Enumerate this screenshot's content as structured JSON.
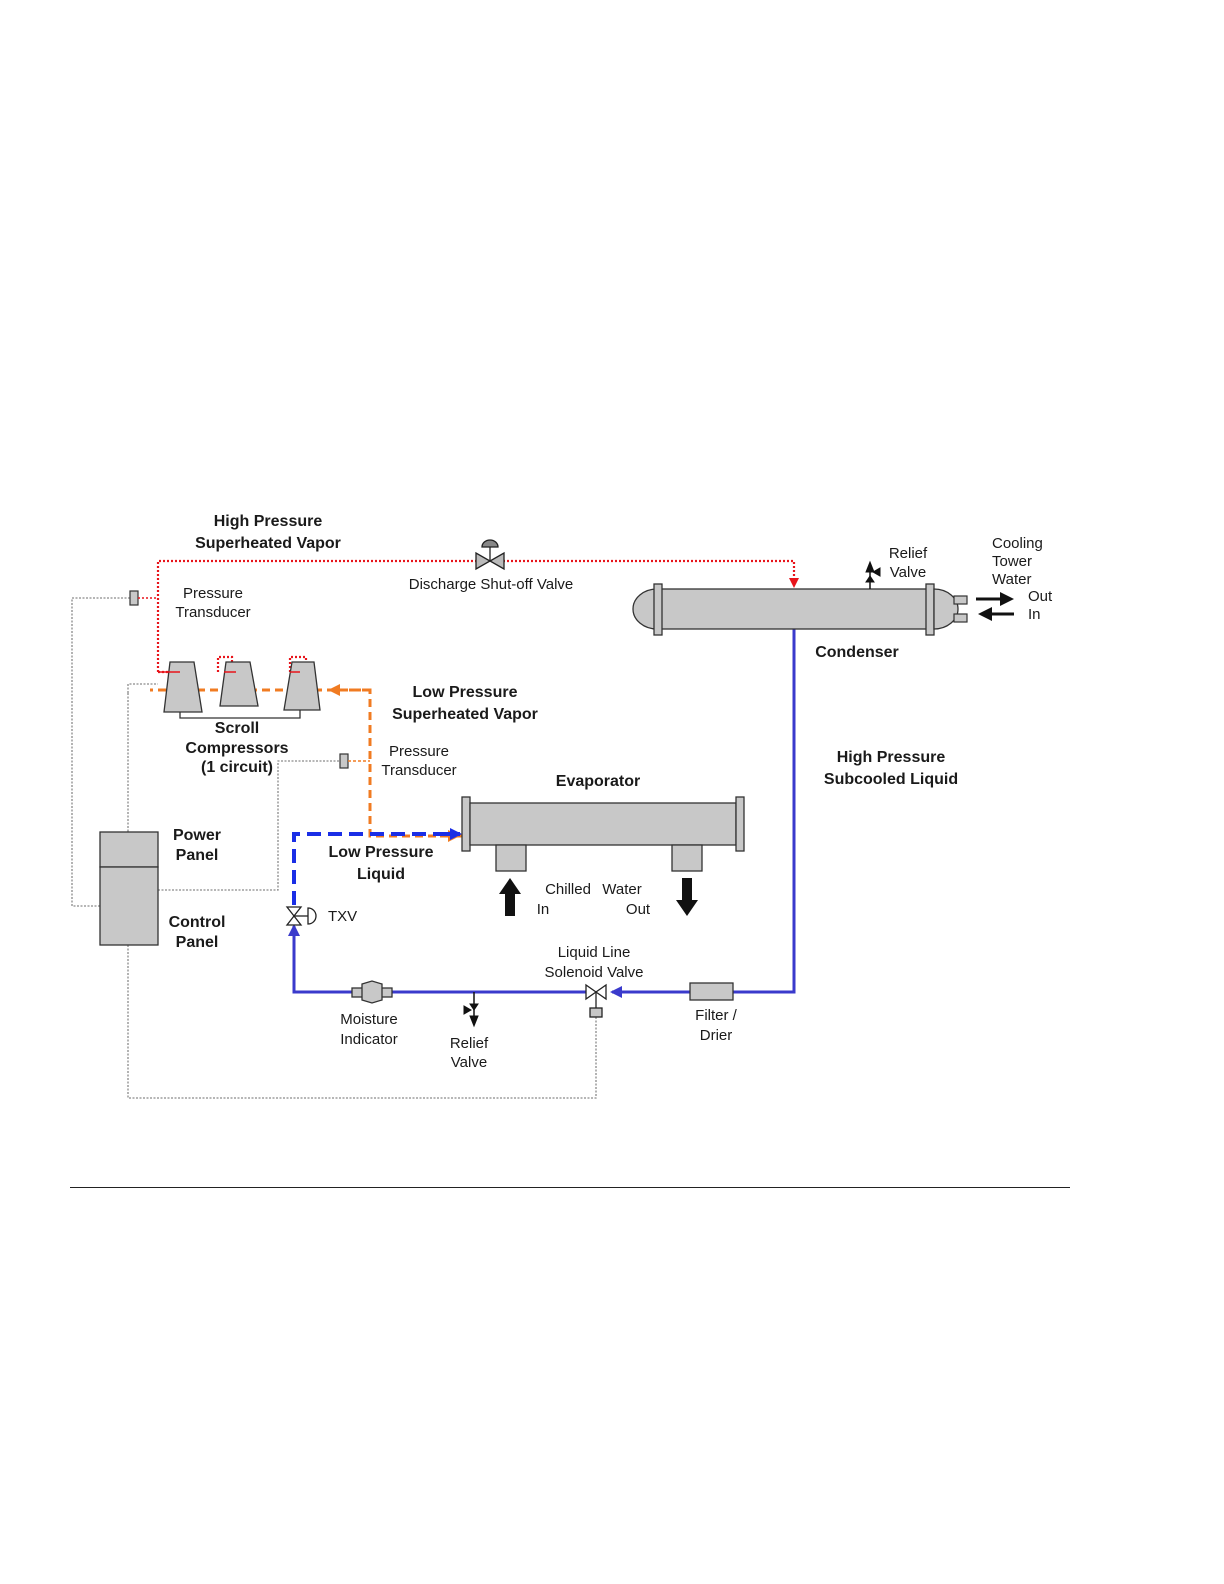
{
  "labels": {
    "hp_vapor_1": "High Pressure",
    "hp_vapor_2": "Superheated Vapor",
    "discharge_valve": "Discharge Shut-off Valve",
    "pt1_1": "Pressure",
    "pt1_2": "Transducer",
    "relief_top_1": "Relief",
    "relief_top_2": "Valve",
    "cooling_1": "Cooling",
    "cooling_2": "Tower",
    "cooling_3": "Water",
    "out_right": "Out",
    "in_right": "In",
    "condenser": "Condenser",
    "lp_vapor_1": "Low Pressure",
    "lp_vapor_2": "Superheated Vapor",
    "scroll_1": "Scroll",
    "scroll_2": "Compressors",
    "scroll_3": "(1 circuit)",
    "pt2_1": "Pressure",
    "pt2_2": "Transducer",
    "evaporator": "Evaporator",
    "hp_liquid_1": "High Pressure",
    "hp_liquid_2": "Subcooled Liquid",
    "power_1": "Power",
    "power_2": "Panel",
    "lp_liquid_1": "Low Pressure",
    "lp_liquid_2": "Liquid",
    "chilled": "Chilled",
    "water": "Water",
    "in_evap": "In",
    "out_evap": "Out",
    "control_1": "Control",
    "control_2": "Panel",
    "txv": "TXV",
    "solenoid_1": "Liquid Line",
    "solenoid_2": "Solenoid Valve",
    "moisture_1": "Moisture",
    "moisture_2": "Indicator",
    "relief_bottom_1": "Relief",
    "relief_bottom_2": "Valve",
    "filter_1": "Filter /",
    "filter_2": "Drier"
  },
  "colors": {
    "high_pressure_vapor": "#e8141b",
    "low_pressure_vapor": "#f07b22",
    "high_pressure_liquid": "#3a3acc",
    "low_pressure_liquid": "#1a2ee6",
    "equipment_fill": "#c8c8c8",
    "wiring": "#8a8a8a"
  }
}
